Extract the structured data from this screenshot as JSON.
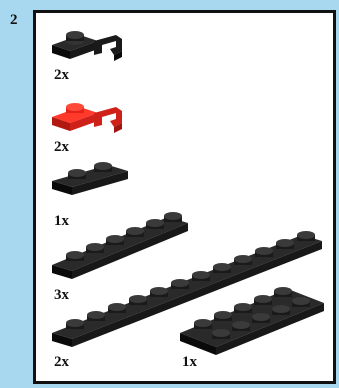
{
  "step": {
    "number": "2"
  },
  "parts": [
    {
      "qty": "2x",
      "name": "plate-1x1-clip-black",
      "color": "#111111"
    },
    {
      "qty": "2x",
      "name": "plate-1x1-clip-red",
      "color": "#e2231a"
    },
    {
      "qty": "1x",
      "name": "plate-1x2-black",
      "color": "#111111"
    },
    {
      "qty": "3x",
      "name": "plate-1x6-black",
      "color": "#111111"
    },
    {
      "qty": "2x",
      "name": "plate-1x12-black",
      "color": "#111111"
    },
    {
      "qty": "1x",
      "name": "plate-2x6-black",
      "color": "#111111"
    }
  ],
  "colors": {
    "background": "#a8d8f0",
    "panel": "#ffffff",
    "black_brick": "#111111",
    "red_brick": "#e2231a"
  }
}
